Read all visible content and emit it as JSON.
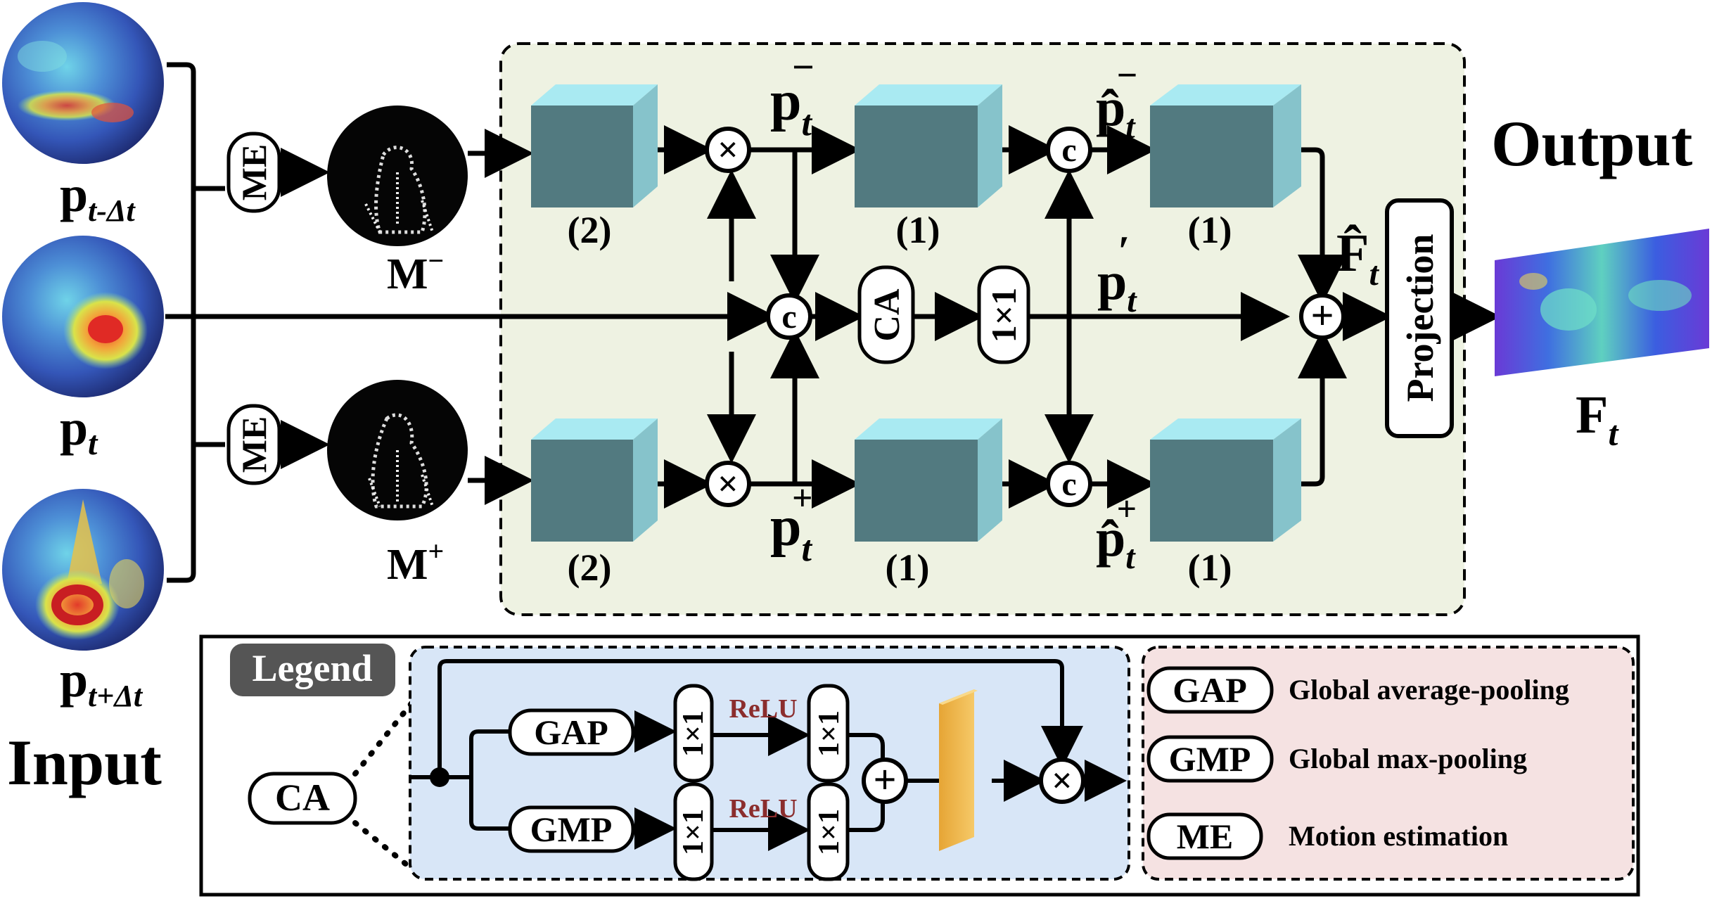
{
  "inputs": {
    "heading": "Input",
    "frame_prev": {
      "label": "p",
      "sub": "t-Δt"
    },
    "frame_cur": {
      "label": "p",
      "sub": "t"
    },
    "frame_next": {
      "label": "p",
      "sub": "t+Δt"
    }
  },
  "motion": {
    "me_label": "ME",
    "mask_minus": {
      "label": "M",
      "sup": "−"
    },
    "mask_plus": {
      "label": "M",
      "sup": "+"
    }
  },
  "main": {
    "top_block_1": "(2)",
    "top_block_2": "(1)",
    "top_block_3": "(1)",
    "bot_block_1": "(2)",
    "bot_block_2": "(1)",
    "bot_block_3": "(1)",
    "p_minus": {
      "label": "p",
      "sub": "t",
      "sup": "−"
    },
    "p_plus": {
      "label": "p",
      "sub": "t",
      "sup": "+"
    },
    "p_hat_minus": {
      "label": "p̂",
      "sub": "t",
      "sup": "−"
    },
    "p_hat_plus": {
      "label": "p̂",
      "sub": "t",
      "sup": "+"
    },
    "p_prime": {
      "label": "p",
      "sub": "t",
      "sup": "′"
    },
    "ca_label": "CA",
    "conv_label": "1×1",
    "f_hat": {
      "label": "F̂",
      "sub": "t"
    },
    "concat_symbol": "c",
    "multiply_symbol": "×",
    "add_symbol": "+",
    "projection_label": "Projection"
  },
  "output": {
    "heading": "Output",
    "result": {
      "label": "F",
      "sub": "t"
    }
  },
  "legend": {
    "title": "Legend",
    "ca_label": "CA",
    "gap_label": "GAP",
    "gmp_label": "GMP",
    "conv_label": "1×1",
    "relu_label": "ReLU",
    "items": [
      {
        "key": "GAP",
        "desc": "Global average-pooling"
      },
      {
        "key": "GMP",
        "desc": "Global max-pooling"
      },
      {
        "key": "ME",
        "desc": "Motion estimation"
      }
    ]
  },
  "colors": {
    "main_bg": "#eef2e2",
    "ca_panel_bg": "#d8e6f7",
    "key_panel_bg": "#f5e2e2",
    "block_front": "#527a80",
    "block_top": "#a9eaf2",
    "block_side": "#86c3cb",
    "relu": "#8b2d2d",
    "gate": "#f0b648",
    "legend_title_bg": "#555555"
  }
}
